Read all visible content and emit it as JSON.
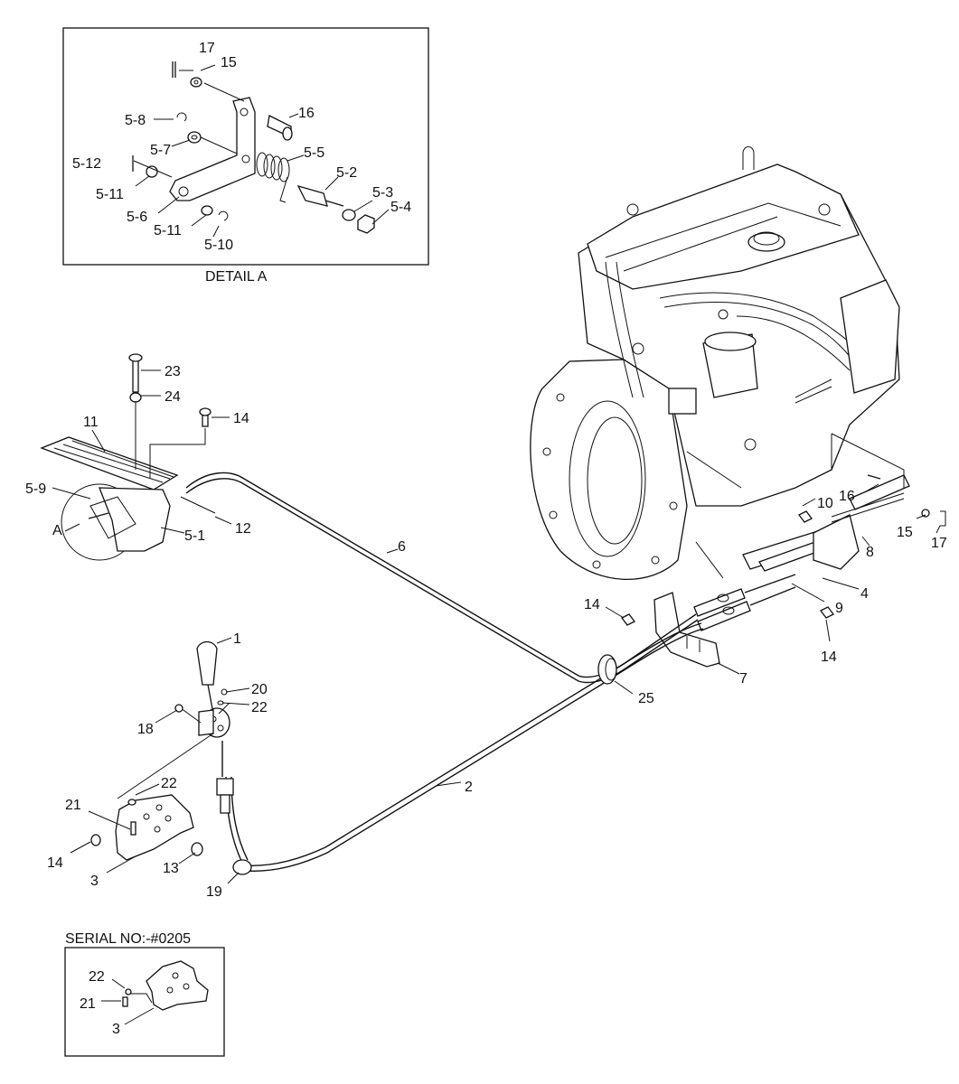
{
  "detail_a": {
    "caption": "DETAIL A",
    "labels": [
      "17",
      "15",
      "16",
      "5-8",
      "5-7",
      "5-5",
      "5-12",
      "5-2",
      "5-11",
      "5-3",
      "5-4",
      "5-6",
      "5-11",
      "5-10"
    ]
  },
  "main": {
    "labels": [
      "23",
      "24",
      "14",
      "11",
      "5-9",
      "A",
      "12",
      "5-1",
      "6",
      "10",
      "16",
      "8",
      "15",
      "17",
      "4",
      "14",
      "9",
      "14",
      "7",
      "1",
      "20",
      "22",
      "18",
      "25",
      "2",
      "22",
      "21",
      "14",
      "13",
      "3",
      "19"
    ]
  },
  "serial_box": {
    "caption": "SERIAL NO:-#0205",
    "labels": [
      "22",
      "21",
      "3"
    ]
  }
}
